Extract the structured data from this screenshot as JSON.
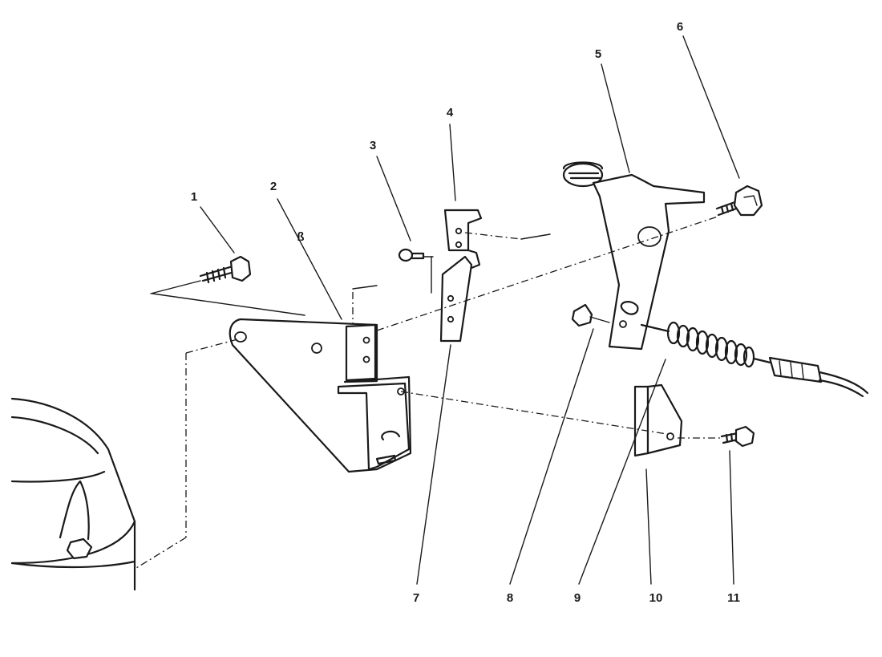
{
  "callouts": [
    "1",
    "2",
    "3",
    "4",
    "5",
    "6",
    "7",
    "8",
    "9",
    "10",
    "11"
  ],
  "stray_mark": "ß"
}
